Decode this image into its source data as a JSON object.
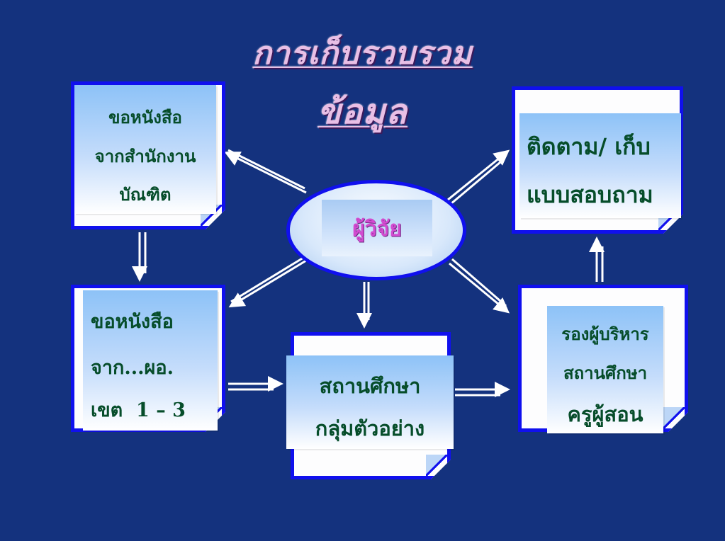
{
  "title": {
    "line1": "การเก็บรวบรวม",
    "line2": "ข้อมูล"
  },
  "center": {
    "label": "ผู้วิจัย"
  },
  "boxes": {
    "top_left": {
      "lines": [
        "ขอหนังสือ",
        "จากสำนักงาน",
        "บัณฑิต"
      ]
    },
    "mid_left": {
      "lines": [
        "ขอหนังสือ",
        "จาก...ผอ.",
        "เขต  1 – 3"
      ]
    },
    "bottom_center": {
      "lines": [
        "สถานศึกษา",
        "กลุ่มตัวอย่าง"
      ]
    },
    "mid_right": {
      "lines": [
        "รองผู้บริหาร",
        "สถานศึกษา",
        "ครูผู้สอน"
      ]
    },
    "top_right": {
      "lines": [
        "ติดตาม/ เก็บ",
        "แบบสอบถาม"
      ]
    }
  },
  "colors": {
    "background": "#14327e",
    "box_border": "#1010ee",
    "box_text": "#064d2a",
    "center_text": "#d24bd0",
    "title_text": "#e9bfe6",
    "arrow": "#ffffff"
  }
}
